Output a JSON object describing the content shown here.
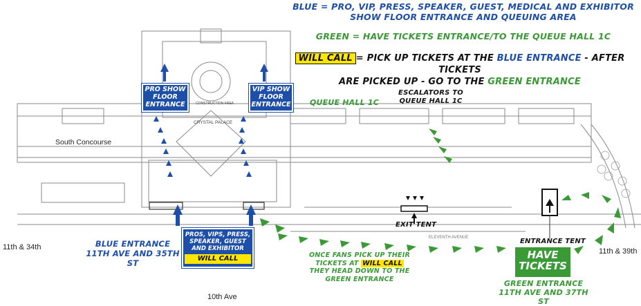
{
  "legend": {
    "blue_line1": "BLUE = PRO, VIP, PRESS, SPEAKER, GUEST, MEDICAL AND EXHIBITOR",
    "blue_line2": "SHOW FLOOR ENTRANCE AND QUEUING AREA",
    "green_line": "GREEN = HAVE TICKETS ENTRANCE/TO THE QUEUE HALL 1C",
    "willcall_badge": "WILL CALL",
    "willcall_a": "= PICK UP TICKETS AT THE ",
    "willcall_blue": "BLUE ENTRANCE",
    "willcall_b": " - AFTER TICKETS",
    "willcall_c": "ARE PICKED UP - GO TO THE ",
    "willcall_green": "GREEN ENTRANCE"
  },
  "entrances": {
    "pro_show": "PRO SHOW FLOOR ENTRANCE",
    "vip_show": "VIP SHOW FLOOR ENTRANCE",
    "pros_box": "PROS, VIPS, PRESS, SPEAKER, GUEST AND EXHIBITOR",
    "will_call": "WILL CALL",
    "blue_entrance_1": "BLUE ENTRANCE",
    "blue_entrance_2": "11TH AVE AND 35TH ST",
    "have_tickets": "HAVE TICKETS",
    "green_entrance_1": "GREEN ENTRANCE",
    "green_entrance_2": "11TH AVE AND 37TH ST",
    "entrance_tent": "ENTRANCE TENT",
    "exit_tent": "EXIT TENT"
  },
  "areas": {
    "queue_hall": "QUEUE HALL 1C",
    "escalators_1": "ESCALATORS TO",
    "escalators_2": "QUEUE HALL 1C",
    "south_concourse": "South Concourse",
    "crystal_palace": "CRYSTAL PALACE",
    "construction": "CONSTRUCTION AREA",
    "eleventh_avenue": "ELEVENTH AVENUE"
  },
  "streets": {
    "s_11_34": "11th & 34th",
    "s_11_39": "11th & 39th",
    "s_10ave": "10th Ave"
  },
  "notes": {
    "fans_a": "ONCE FANS PICK UP THEIR",
    "fans_b": "TICKETS AT ",
    "fans_will": "WILL CALL",
    "fans_c": "THEY HEAD DOWN TO THE",
    "fans_d": "GREEN ENTRANCE"
  },
  "colors": {
    "blue": "#1d4fa8",
    "green": "#3a9a35",
    "yellow": "#ffe600"
  }
}
